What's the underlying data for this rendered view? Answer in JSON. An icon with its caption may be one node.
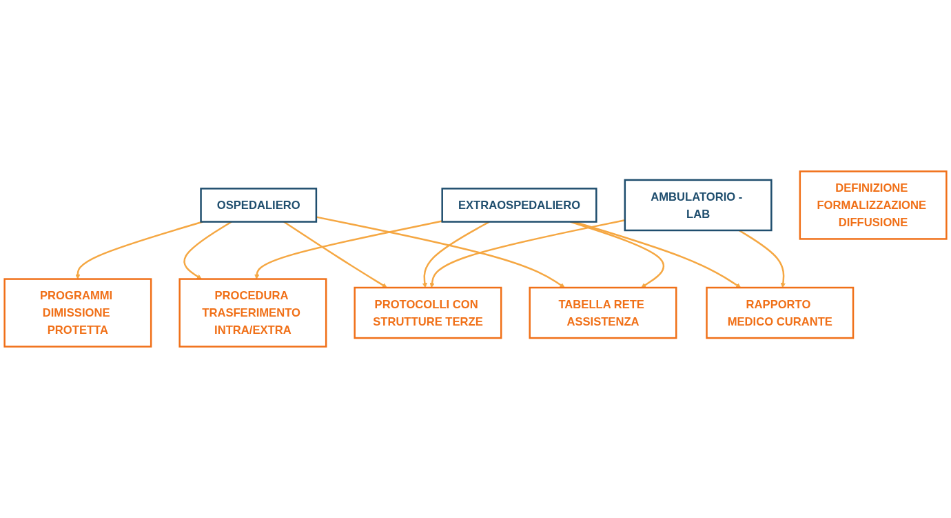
{
  "diagram": {
    "nodes": [
      {
        "text": [
          "OSPEDALIERO"
        ]
      },
      {
        "text": [
          "TABELLA RETE ASSISTENZA"
        ]
      },
      {
        "text": [
          "EXTRAOSPEDALIERO"
        ]
      },
      {
        "text": [
          "PROCEDURA TRASFERIMENTO INTRA/EXTRA"
        ]
      },
      {
        "text": [
          "PROTOCOLLI CON STRUTTURE TERZE"
        ]
      },
      {
        "text": [
          "PROGRAMMI DIMISSIONE PROTETTA"
        ]
      },
      {
        "text": [
          "AMBULATORIO - LAB"
        ]
      },
      {
        "text": [
          "RAPPORTO MEDICO CURANTE"
        ]
      },
      {
        "text": [
          "DEFINIZIONE FORMALIZZAZIONE DIFFUSIONE"
        ]
      }
    ],
    "edges": [
      {
        "from": 0,
        "to": 1,
        "arrow": "to"
      },
      {
        "from": 2,
        "to": 1,
        "arrow": "to"
      },
      {
        "from": 0,
        "to": 3,
        "arrow": "to"
      },
      {
        "from": 2,
        "to": 3,
        "arrow": "to"
      },
      {
        "from": 0,
        "to": 4,
        "arrow": "to"
      },
      {
        "from": 2,
        "to": 4,
        "arrow": "to"
      },
      {
        "from": 0,
        "to": 5,
        "arrow": "to"
      },
      {
        "from": 2,
        "to": 7,
        "arrow": "to"
      },
      {
        "from": 6,
        "to": 4,
        "arrow": "to"
      },
      {
        "from": 6,
        "to": 7,
        "arrow": "to"
      }
    ]
  }
}
